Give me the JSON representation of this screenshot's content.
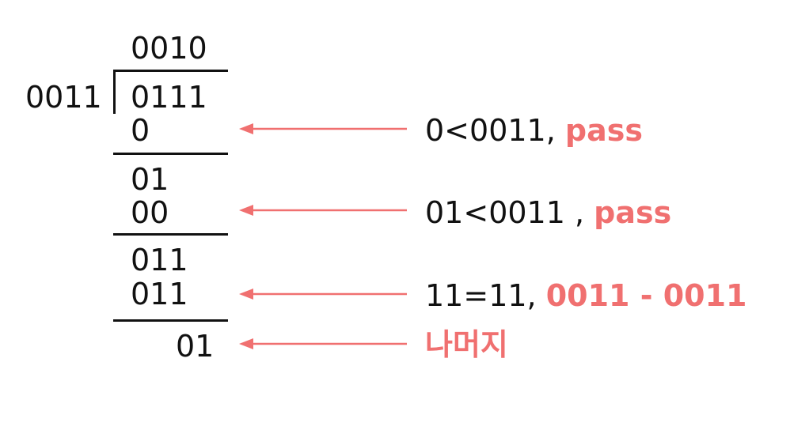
{
  "colors": {
    "accent": "#f07070",
    "ink": "#111111"
  },
  "division": {
    "quotient": "0010",
    "divisor": "0011",
    "dividend": "0111",
    "steps": [
      {
        "subtrahend": "0",
        "result": "01"
      },
      {
        "subtrahend": "00",
        "result": "011"
      },
      {
        "subtrahend": "011",
        "result": "01"
      }
    ]
  },
  "notes": [
    {
      "text": "0<0011,",
      "highlight": "pass"
    },
    {
      "text": "01<0011 ,",
      "highlight": "pass"
    },
    {
      "text": "11=11,",
      "highlight": "0011 - 0011"
    },
    {
      "text": "",
      "highlight": "나머지"
    }
  ]
}
